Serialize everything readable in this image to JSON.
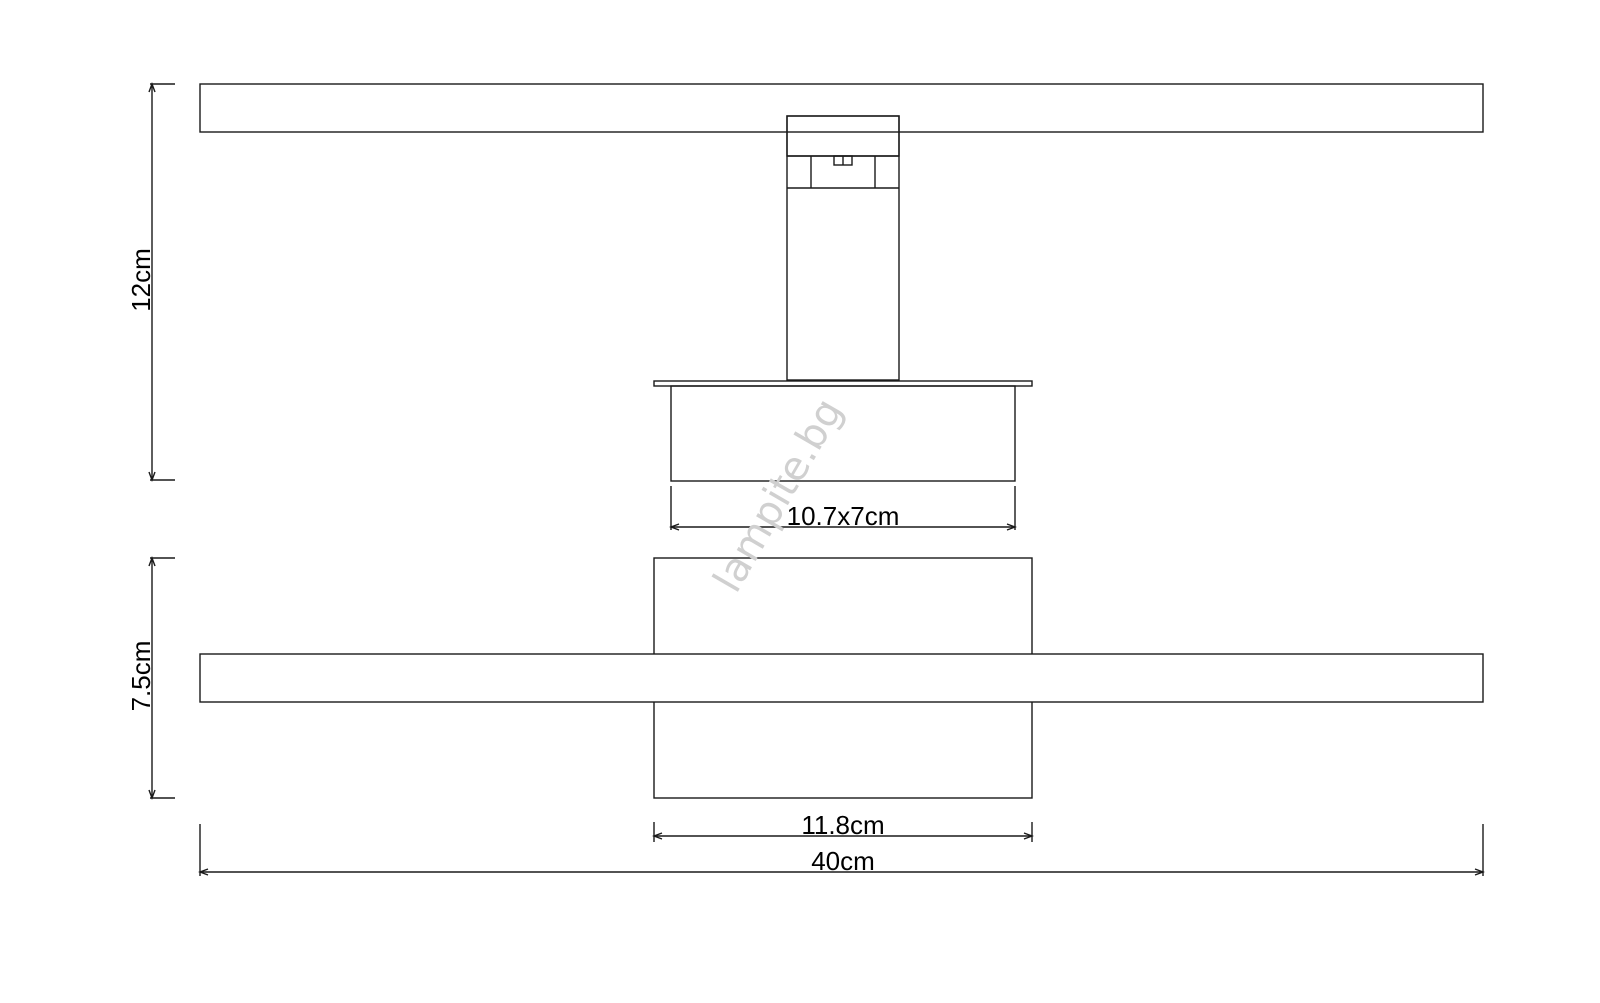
{
  "dimensions": {
    "height_side": "12cm",
    "height_top": "7.5cm",
    "base_size": "10.7x7cm",
    "plate_width": "11.8cm",
    "total_width": "40cm"
  },
  "watermark": "lampite.bg",
  "colors": {
    "line": "#1a1a1a",
    "watermark": "#d0d0d0"
  }
}
